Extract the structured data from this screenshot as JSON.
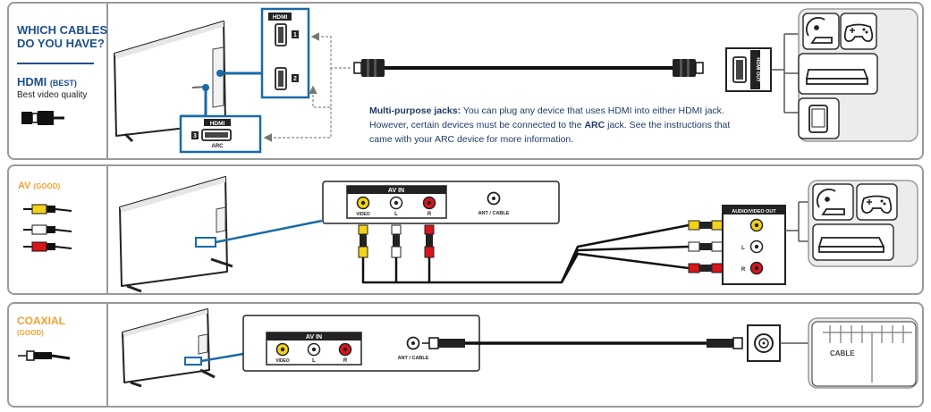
{
  "sidebar": {
    "question_line1": "WHICH CABLES",
    "question_line2": "DO YOU HAVE?",
    "hdmi_title": "HDMI",
    "hdmi_badge": "(BEST)",
    "hdmi_desc": "Best video quality",
    "av_title": "AV",
    "av_badge": "(GOOD)",
    "coax_title": "COAXIAL",
    "coax_badge": "(GOOD)"
  },
  "hdmi_panel": {
    "jack_header": "HDMI",
    "jack_1_num": "1",
    "jack_2_num": "2",
    "arc_header": "HDMI",
    "arc_num": "3",
    "arc_label": "ARC",
    "device_port_label": "HDMI OUT",
    "note_bold_1": "Multi-purpose jacks:",
    "note_text_1": " You can plug any device that uses HDMI into either HDMI jack.",
    "note_text_2a": "However, certain devices must be connected to the ",
    "note_bold_2": "ARC",
    "note_text_2b": " jack. See the instructions that",
    "note_text_3": "came with your ARC device for more information."
  },
  "av_panel": {
    "av_in_header": "AV IN",
    "video_label": "VIDEO",
    "l_label": "L",
    "r_label": "R",
    "ant_label": "ANT / CABLE",
    "av_out_header": "AUDIO/VIDEO OUT",
    "out_l_label": "L",
    "out_r_label": "R"
  },
  "coax_panel": {
    "av_in_header": "AV IN",
    "video_label": "VIDEO",
    "l_label": "L",
    "r_label": "R",
    "ant_label": "ANT / CABLE",
    "cable_label": "CABLE"
  },
  "colors": {
    "navy": "#1d4e8f",
    "orange": "#f0a030",
    "port_blue": "#1a6aa8",
    "video_yellow": "#f2d21a",
    "audio_red": "#d8141c",
    "border_gray": "#9a9a9a"
  }
}
